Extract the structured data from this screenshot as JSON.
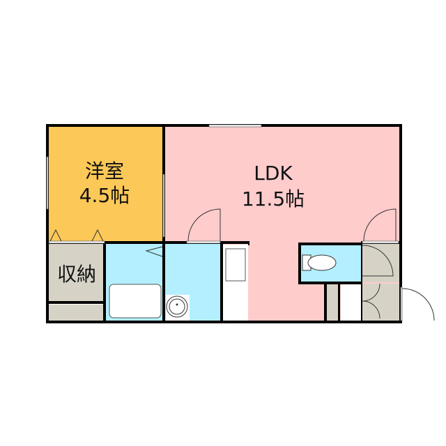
{
  "rooms": {
    "western": {
      "name": "洋室",
      "size": "4.5帖"
    },
    "ldk": {
      "name": "LDK",
      "size": "11.5帖"
    },
    "storage": {
      "name": "収納"
    }
  },
  "colors": {
    "western": "#fcc857",
    "ldk": "#ffcccc",
    "wet": "#b3efff",
    "storage": "#d6d3c6",
    "wall": "#000000"
  }
}
